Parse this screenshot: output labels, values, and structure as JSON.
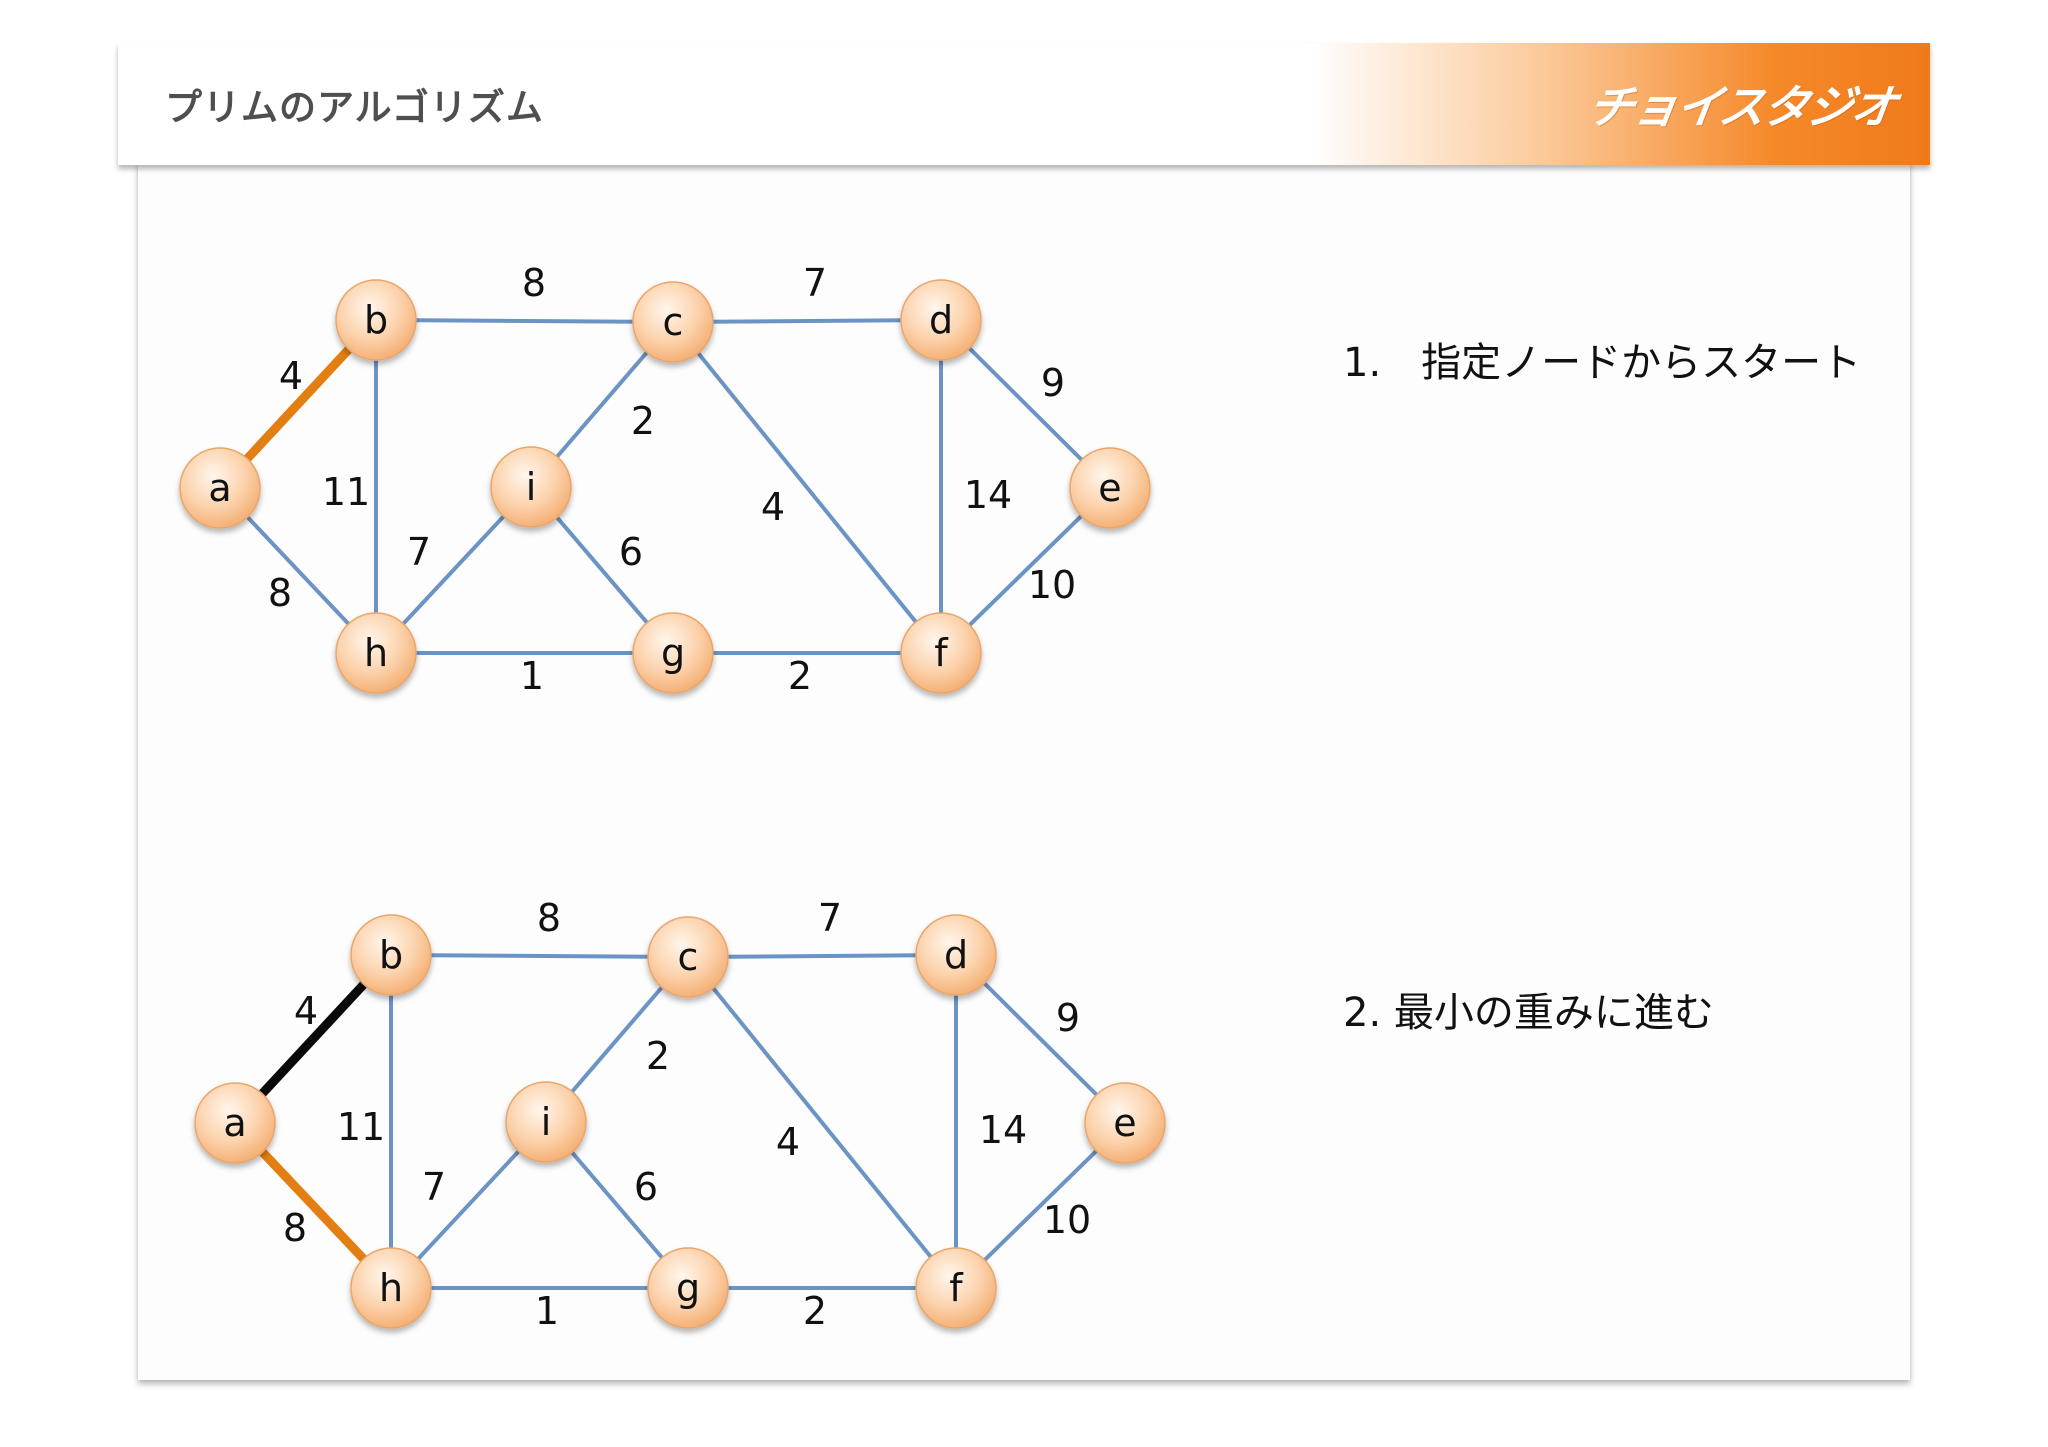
{
  "title": "プリムのアルゴリズム",
  "brand": "チョイスタジオ",
  "colors": {
    "edge_default": "#6b94c4",
    "edge_candidate": "#e37e12",
    "edge_selected": "#0a0a0a",
    "node_fill_center": "#fff3e6",
    "node_fill_edge": "#f6b57c",
    "node_stroke": "#e9a66b"
  },
  "steps": [
    {
      "text": "1.　指定ノードからスタート",
      "graph": {
        "nodes": [
          "a",
          "b",
          "c",
          "d",
          "e",
          "f",
          "g",
          "h",
          "i"
        ],
        "edges": [
          {
            "from": "a",
            "to": "b",
            "weight": "4",
            "state": "candidate"
          },
          {
            "from": "a",
            "to": "h",
            "weight": "8",
            "state": "default"
          },
          {
            "from": "b",
            "to": "c",
            "weight": "8",
            "state": "default"
          },
          {
            "from": "b",
            "to": "h",
            "weight": "11",
            "state": "default"
          },
          {
            "from": "c",
            "to": "d",
            "weight": "7",
            "state": "default"
          },
          {
            "from": "c",
            "to": "i",
            "weight": "2",
            "state": "default"
          },
          {
            "from": "c",
            "to": "f",
            "weight": "4",
            "state": "default"
          },
          {
            "from": "d",
            "to": "e",
            "weight": "9",
            "state": "default"
          },
          {
            "from": "d",
            "to": "f",
            "weight": "14",
            "state": "default"
          },
          {
            "from": "e",
            "to": "f",
            "weight": "10",
            "state": "default"
          },
          {
            "from": "h",
            "to": "i",
            "weight": "7",
            "state": "default"
          },
          {
            "from": "i",
            "to": "g",
            "weight": "6",
            "state": "default"
          },
          {
            "from": "h",
            "to": "g",
            "weight": "1",
            "state": "default"
          },
          {
            "from": "g",
            "to": "f",
            "weight": "2",
            "state": "default"
          }
        ]
      }
    },
    {
      "text": "2. 最小の重みに進む",
      "graph": {
        "nodes": [
          "a",
          "b",
          "c",
          "d",
          "e",
          "f",
          "g",
          "h",
          "i"
        ],
        "edges": [
          {
            "from": "a",
            "to": "b",
            "weight": "4",
            "state": "selected"
          },
          {
            "from": "a",
            "to": "h",
            "weight": "8",
            "state": "candidate"
          },
          {
            "from": "b",
            "to": "c",
            "weight": "8",
            "state": "default"
          },
          {
            "from": "b",
            "to": "h",
            "weight": "11",
            "state": "default"
          },
          {
            "from": "c",
            "to": "d",
            "weight": "7",
            "state": "default"
          },
          {
            "from": "c",
            "to": "i",
            "weight": "2",
            "state": "default"
          },
          {
            "from": "c",
            "to": "f",
            "weight": "4",
            "state": "default"
          },
          {
            "from": "d",
            "to": "e",
            "weight": "9",
            "state": "default"
          },
          {
            "from": "d",
            "to": "f",
            "weight": "14",
            "state": "default"
          },
          {
            "from": "e",
            "to": "f",
            "weight": "10",
            "state": "default"
          },
          {
            "from": "h",
            "to": "i",
            "weight": "7",
            "state": "default"
          },
          {
            "from": "i",
            "to": "g",
            "weight": "6",
            "state": "default"
          },
          {
            "from": "h",
            "to": "g",
            "weight": "1",
            "state": "default"
          },
          {
            "from": "g",
            "to": "f",
            "weight": "2",
            "state": "default"
          }
        ]
      }
    }
  ]
}
